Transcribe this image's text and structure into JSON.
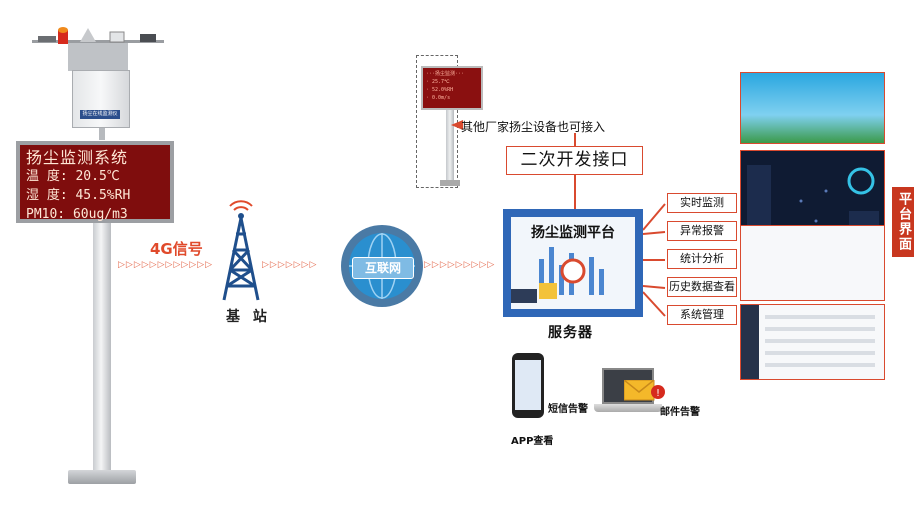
{
  "pole_station": {
    "cabinet_label": "扬尘在线监测仪",
    "display_lines": [
      "扬尘监测系统",
      "温 度: 20.5℃",
      "湿 度: 45.5%RH",
      "PM10: 60ug/m3"
    ]
  },
  "link_4g": "4G信号",
  "tower_label": "基 站",
  "internet_label": "互联网",
  "third_party": {
    "text": "其他厂家扬尘设备也可接入",
    "api_label": "二次开发接口"
  },
  "server": {
    "title": "扬尘监测平台",
    "label": "服务器"
  },
  "functions": [
    "实时监测",
    "异常报警",
    "统计分析",
    "历史数据查看",
    "系统管理"
  ],
  "platform_label": "平台界面",
  "alerts": {
    "sms": "短信告警",
    "app": "APP查看",
    "email": "邮件告警"
  },
  "colors": {
    "accent": "#d94a2f",
    "server_blue": "#2f67b7",
    "led_red": "#7f0d0d"
  }
}
